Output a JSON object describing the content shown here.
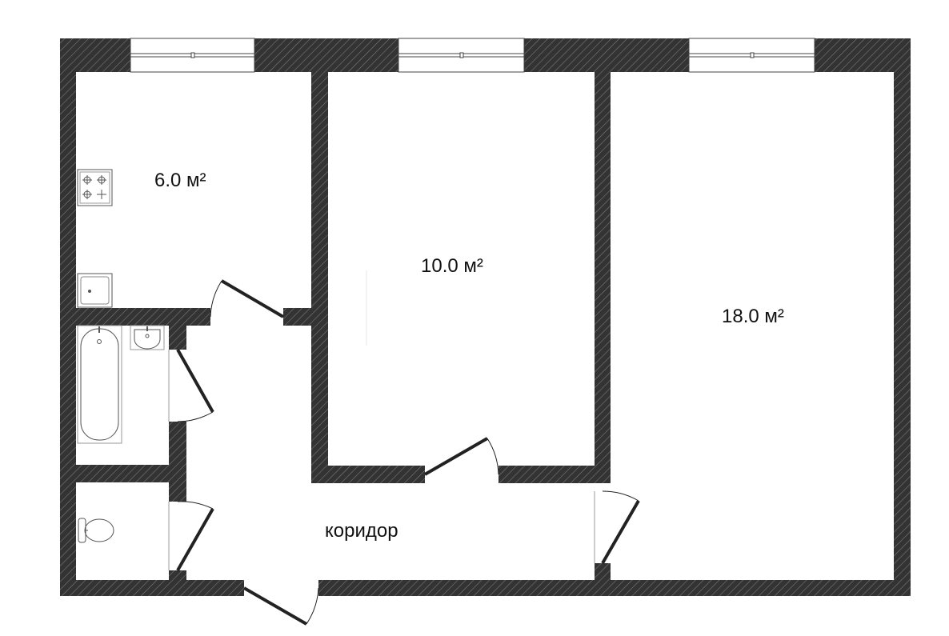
{
  "rooms": {
    "kitchen": {
      "area": "6.0 м²"
    },
    "bedroom": {
      "area": "10.0 м²"
    },
    "living": {
      "area": "18.0 м²"
    },
    "corridor": {
      "name": "коридор"
    }
  },
  "colors": {
    "wall": "#3a3a3a",
    "hatch": "#7a7a7a",
    "line": "#333333",
    "fixture": "#555555",
    "background": "#ffffff"
  },
  "fixtures": [
    "stove-icon",
    "sink-icon",
    "bathtub-icon",
    "washbasin-icon",
    "toilet-icon"
  ]
}
